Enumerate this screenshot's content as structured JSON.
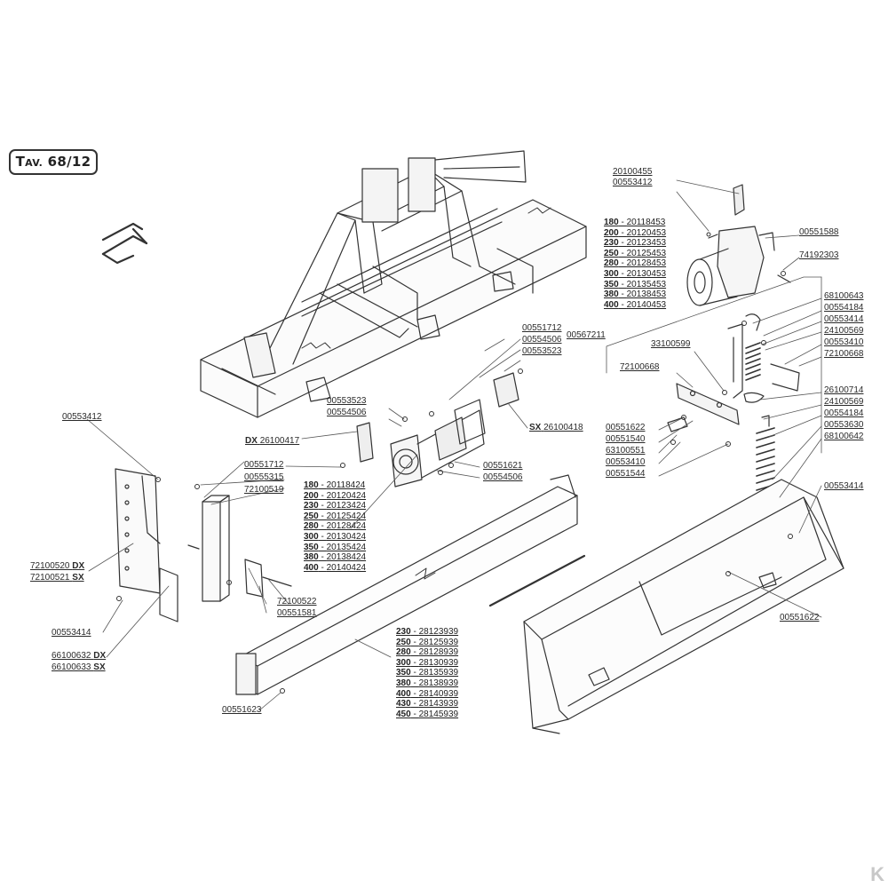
{
  "tav": {
    "prefix": "T",
    "small": "AV.",
    "number": "68/12"
  },
  "watermark": "K",
  "labels": {
    "p20100455": "20100455",
    "p00553412_top": "00553412",
    "p00551588": "00551588",
    "p74192303": "74192303",
    "p68100643": "68100643",
    "p00554184_a": "00554184",
    "p00553414_a": "00553414",
    "p24100569_a": "24100569",
    "p00553410": "00553410",
    "p72100668_r": "72100668",
    "p33100599": "33100599",
    "p72100668_l": "72100668",
    "p26100714": "26100714",
    "p24100569_b": "24100569",
    "p00554184_b": "00554184",
    "p00553630": "00553630",
    "p68100642": "68100642",
    "p00551622_a": "00551622",
    "p00551540": "00551540",
    "p63100551": "63100551",
    "p00553410_b": "00553410",
    "p00551544": "00551544",
    "p00551712_a": "00551712",
    "p00554506_a": "00554506",
    "p00553523_a": "00553523",
    "p00567211": "00567211",
    "p00553523_b": "00553523",
    "p00554506_b": "00554506",
    "sx_prefix": "SX",
    "p26100418": "26100418",
    "dx_prefix": "DX",
    "p26100417": "26100417",
    "p00551621": "00551621",
    "p00554506_c": "00554506",
    "p00553412_left": "00553412",
    "p00551712_b": "00551712",
    "p00555315": "00555315",
    "p72100519": "72100519",
    "p72100520": "72100520",
    "dx1": "DX",
    "p72100521": "72100521",
    "sx1": "SX",
    "p72100522": "72100522",
    "p00551581": "00551581",
    "p00553414_left": "00553414",
    "p66100632": "66100632",
    "dx2": "DX",
    "p66100633": "66100633",
    "sx2": "SX",
    "p00551623": "00551623",
    "p00553414_right": "00553414",
    "p00551622_b": "00551622"
  },
  "table_hub": [
    {
      "size": "180",
      "code": "20118453"
    },
    {
      "size": "200",
      "code": "20120453"
    },
    {
      "size": "230",
      "code": "20123453"
    },
    {
      "size": "250",
      "code": "20125453"
    },
    {
      "size": "280",
      "code": "20128453"
    },
    {
      "size": "300",
      "code": "20130453"
    },
    {
      "size": "350",
      "code": "20135453"
    },
    {
      "size": "380",
      "code": "20138453"
    },
    {
      "size": "400",
      "code": "20140453"
    }
  ],
  "table_shaft": [
    {
      "size": "180",
      "code": "20118424"
    },
    {
      "size": "200",
      "code": "20120424"
    },
    {
      "size": "230",
      "code": "20123424"
    },
    {
      "size": "250",
      "code": "20125424"
    },
    {
      "size": "280",
      "code": "20128424"
    },
    {
      "size": "300",
      "code": "20130424"
    },
    {
      "size": "350",
      "code": "20135424"
    },
    {
      "size": "380",
      "code": "20138424"
    },
    {
      "size": "400",
      "code": "20140424"
    }
  ],
  "table_beam": [
    {
      "size": "230",
      "code": "28123939"
    },
    {
      "size": "250",
      "code": "28125939"
    },
    {
      "size": "280",
      "code": "28128939"
    },
    {
      "size": "300",
      "code": "28130939"
    },
    {
      "size": "350",
      "code": "28135939"
    },
    {
      "size": "380",
      "code": "28138939"
    },
    {
      "size": "400",
      "code": "28140939"
    },
    {
      "size": "430",
      "code": "28143939"
    },
    {
      "size": "450",
      "code": "28145939"
    }
  ]
}
